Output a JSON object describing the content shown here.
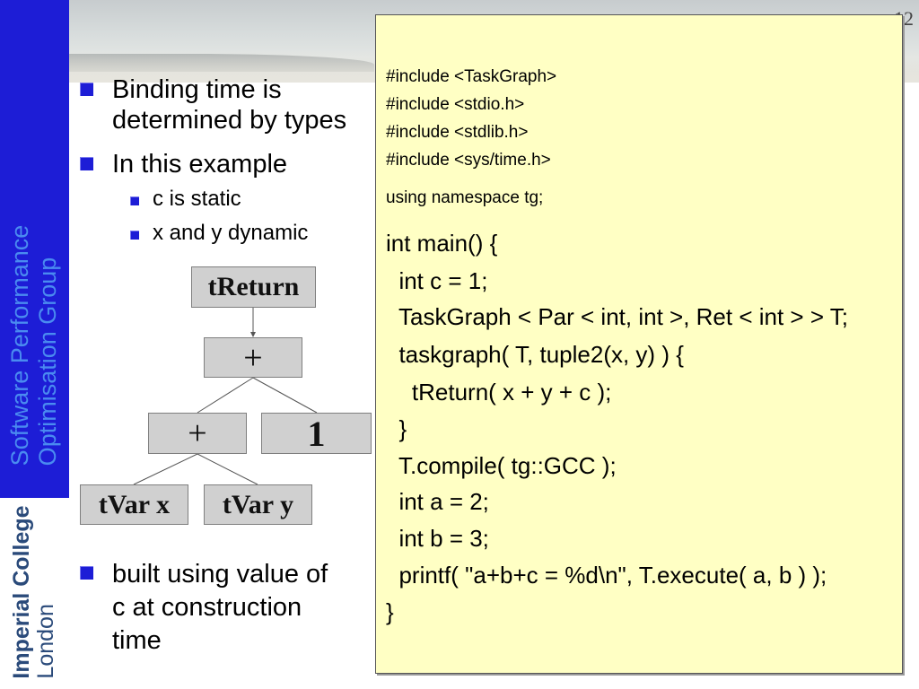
{
  "sidebar": {
    "group_line1": "Software Performance",
    "group_line2": "Optimisation Group",
    "logo_line1": "Imperial College",
    "logo_line2": "London",
    "band_color": "#1d1dd6",
    "text_color": "#4a8bf0"
  },
  "slide_number": "12",
  "bullets": {
    "binding_line1": "Binding time is",
    "binding_line2": "determined by types",
    "example": "In this example",
    "sub1": "c is static",
    "sub2": "x and y dynamic",
    "built_line1": "built using value of",
    "built_line2": "c at construction",
    "built_line3": "time"
  },
  "tree": {
    "root": "tReturn",
    "plus_top": "+",
    "plus_inner": "+",
    "const": "1",
    "var_x": "tVar x",
    "var_y": "tVar y"
  },
  "code": {
    "inc1": "#include <TaskGraph>",
    "inc2": "#include <stdio.h>",
    "inc3": "#include <stdlib.h>",
    "inc4": "#include <sys/time.h>",
    "using": "using namespace tg;",
    "main": "int main() {",
    "l1": "  int c = 1;",
    "l2": "  TaskGraph < Par < int, int >, Ret < int > > T;",
    "l3": "  taskgraph( T, tuple2(x, y) ) {",
    "l4": "    tReturn( x + y + c );",
    "l5": "  }",
    "l6": "  T.compile( tg::GCC );",
    "l7": "  int a = 2;",
    "l8": "  int b = 3;",
    "l9": "  printf( \"a+b+c = %d\\n\", T.execute( a, b ) );",
    "end": "}",
    "panel_color": "#ffffc4"
  }
}
